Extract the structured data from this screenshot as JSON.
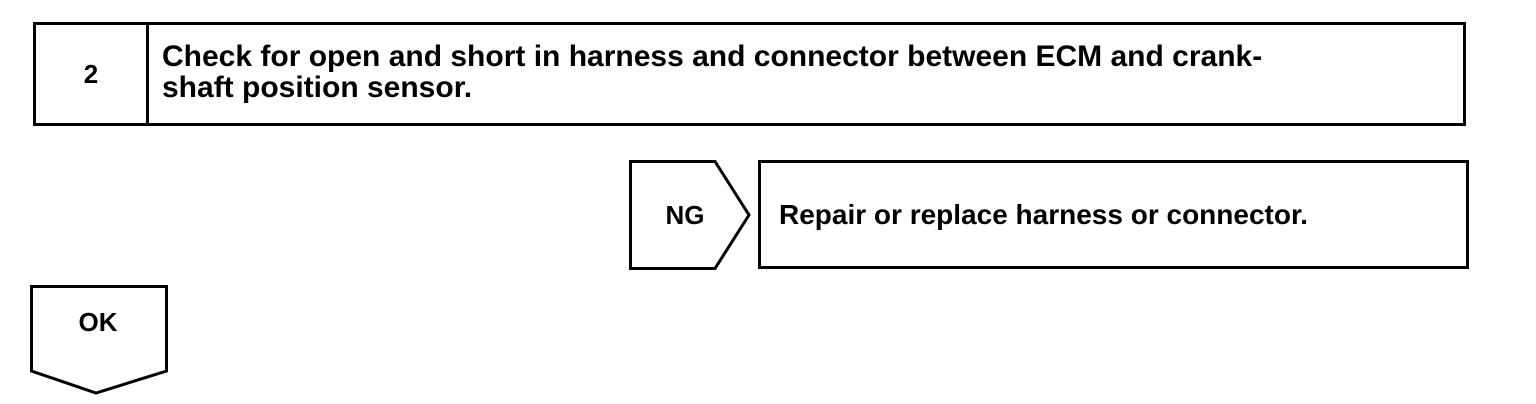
{
  "step": {
    "number": "2",
    "text": "Check for open and short in harness and connector between ECM and crank-\nshaft position sensor."
  },
  "ng": {
    "label": "NG",
    "result_text": "Repair or replace harness or connector."
  },
  "ok": {
    "label": "OK"
  }
}
